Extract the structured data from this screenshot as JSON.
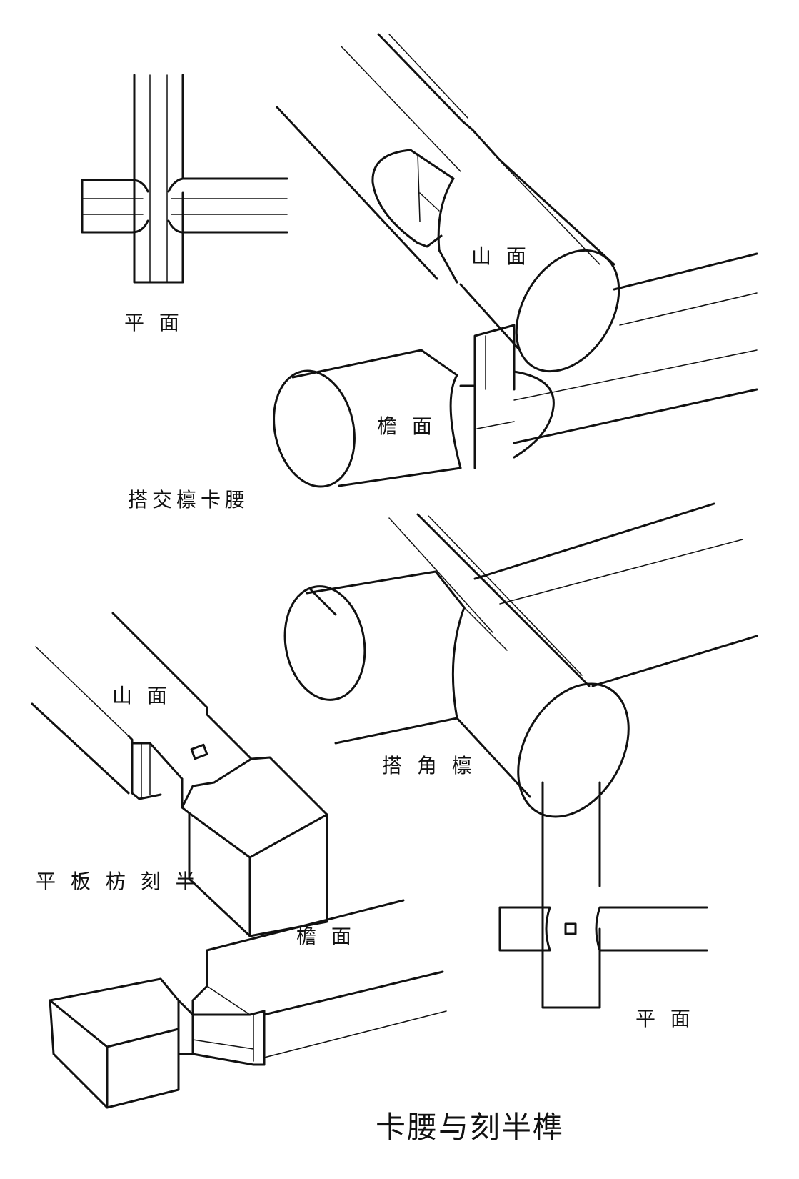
{
  "labels": {
    "top_plan": "平 面",
    "shan_top": "山 面",
    "yan_top": "檐 面",
    "dajiao_kayao": "搭交檩卡腰",
    "shan_bottom": "山 面",
    "dajiao_lin": "搭 角 檩",
    "pingban": "平 板 枋 刻 半",
    "yan_bottom": "檐 面",
    "bottom_plan": "平 面"
  },
  "caption": "卡腰与刻半榫",
  "colors": {
    "ink": "#111111",
    "paper": "#ffffff"
  }
}
